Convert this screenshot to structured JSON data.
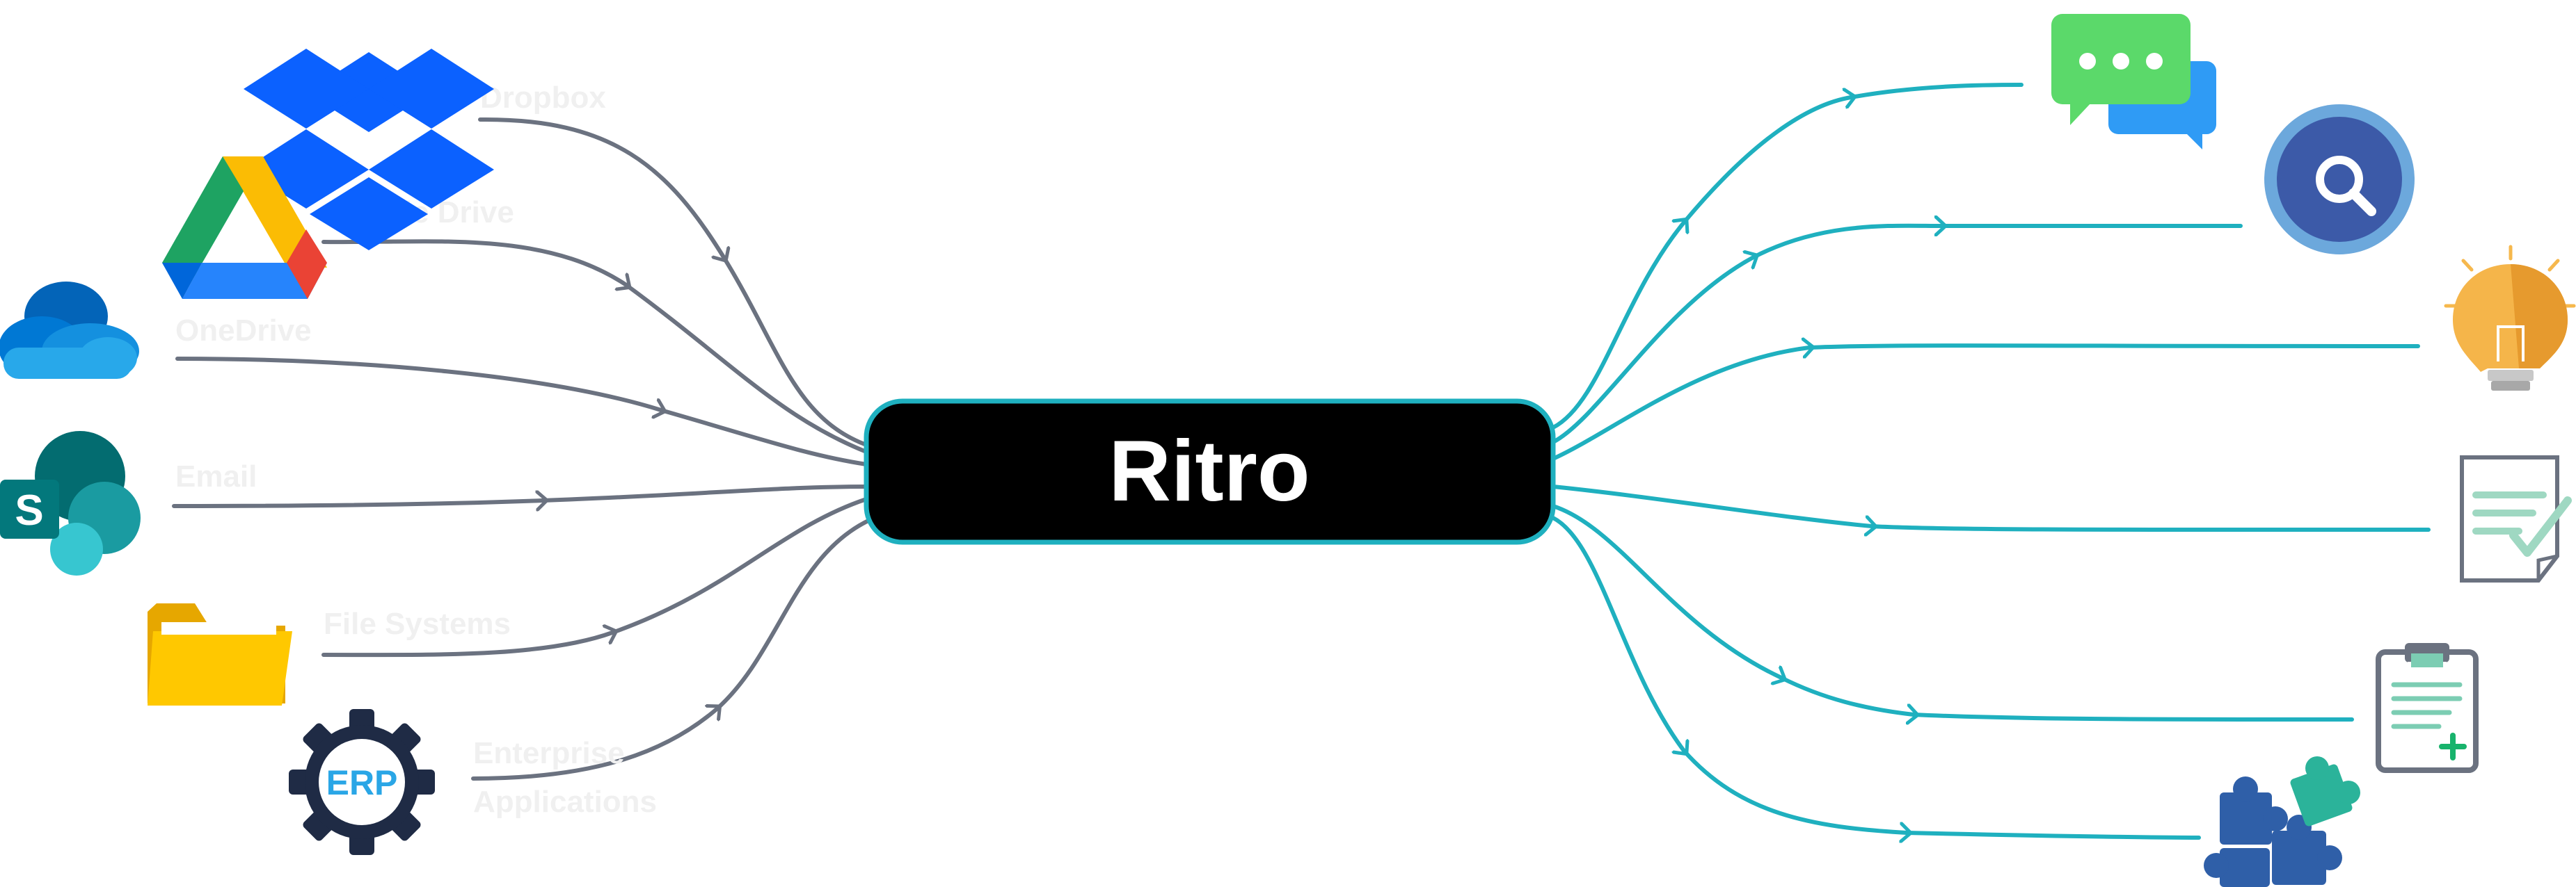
{
  "hub": {
    "title": "Ritro"
  },
  "sources": [
    {
      "label": "Dropbox",
      "icon": "dropbox-icon"
    },
    {
      "label": "Google Drive",
      "icon": "google-drive-icon"
    },
    {
      "label": "OneDrive",
      "icon": "onedrive-icon"
    },
    {
      "label": "Email",
      "icon": "sharepoint-icon"
    },
    {
      "label": "File Systems",
      "icon": "folder-icon"
    },
    {
      "label_line1": "Enterprise",
      "label_line2": "Applications",
      "icon": "erp-gear-icon",
      "badge": "ERP"
    }
  ],
  "outputs": [
    {
      "icon": "chat-bubbles-icon"
    },
    {
      "icon": "search-magnifier-icon"
    },
    {
      "icon": "lightbulb-icon"
    },
    {
      "icon": "checked-document-icon"
    },
    {
      "icon": "clipboard-plus-icon"
    },
    {
      "icon": "puzzle-pieces-icon"
    }
  ],
  "colors": {
    "source_line": "#6b7280",
    "output_line": "#1fb0bf",
    "hub_fill": "#000000",
    "hub_border": "#1fb0bf",
    "label": "#f0f0f0"
  }
}
